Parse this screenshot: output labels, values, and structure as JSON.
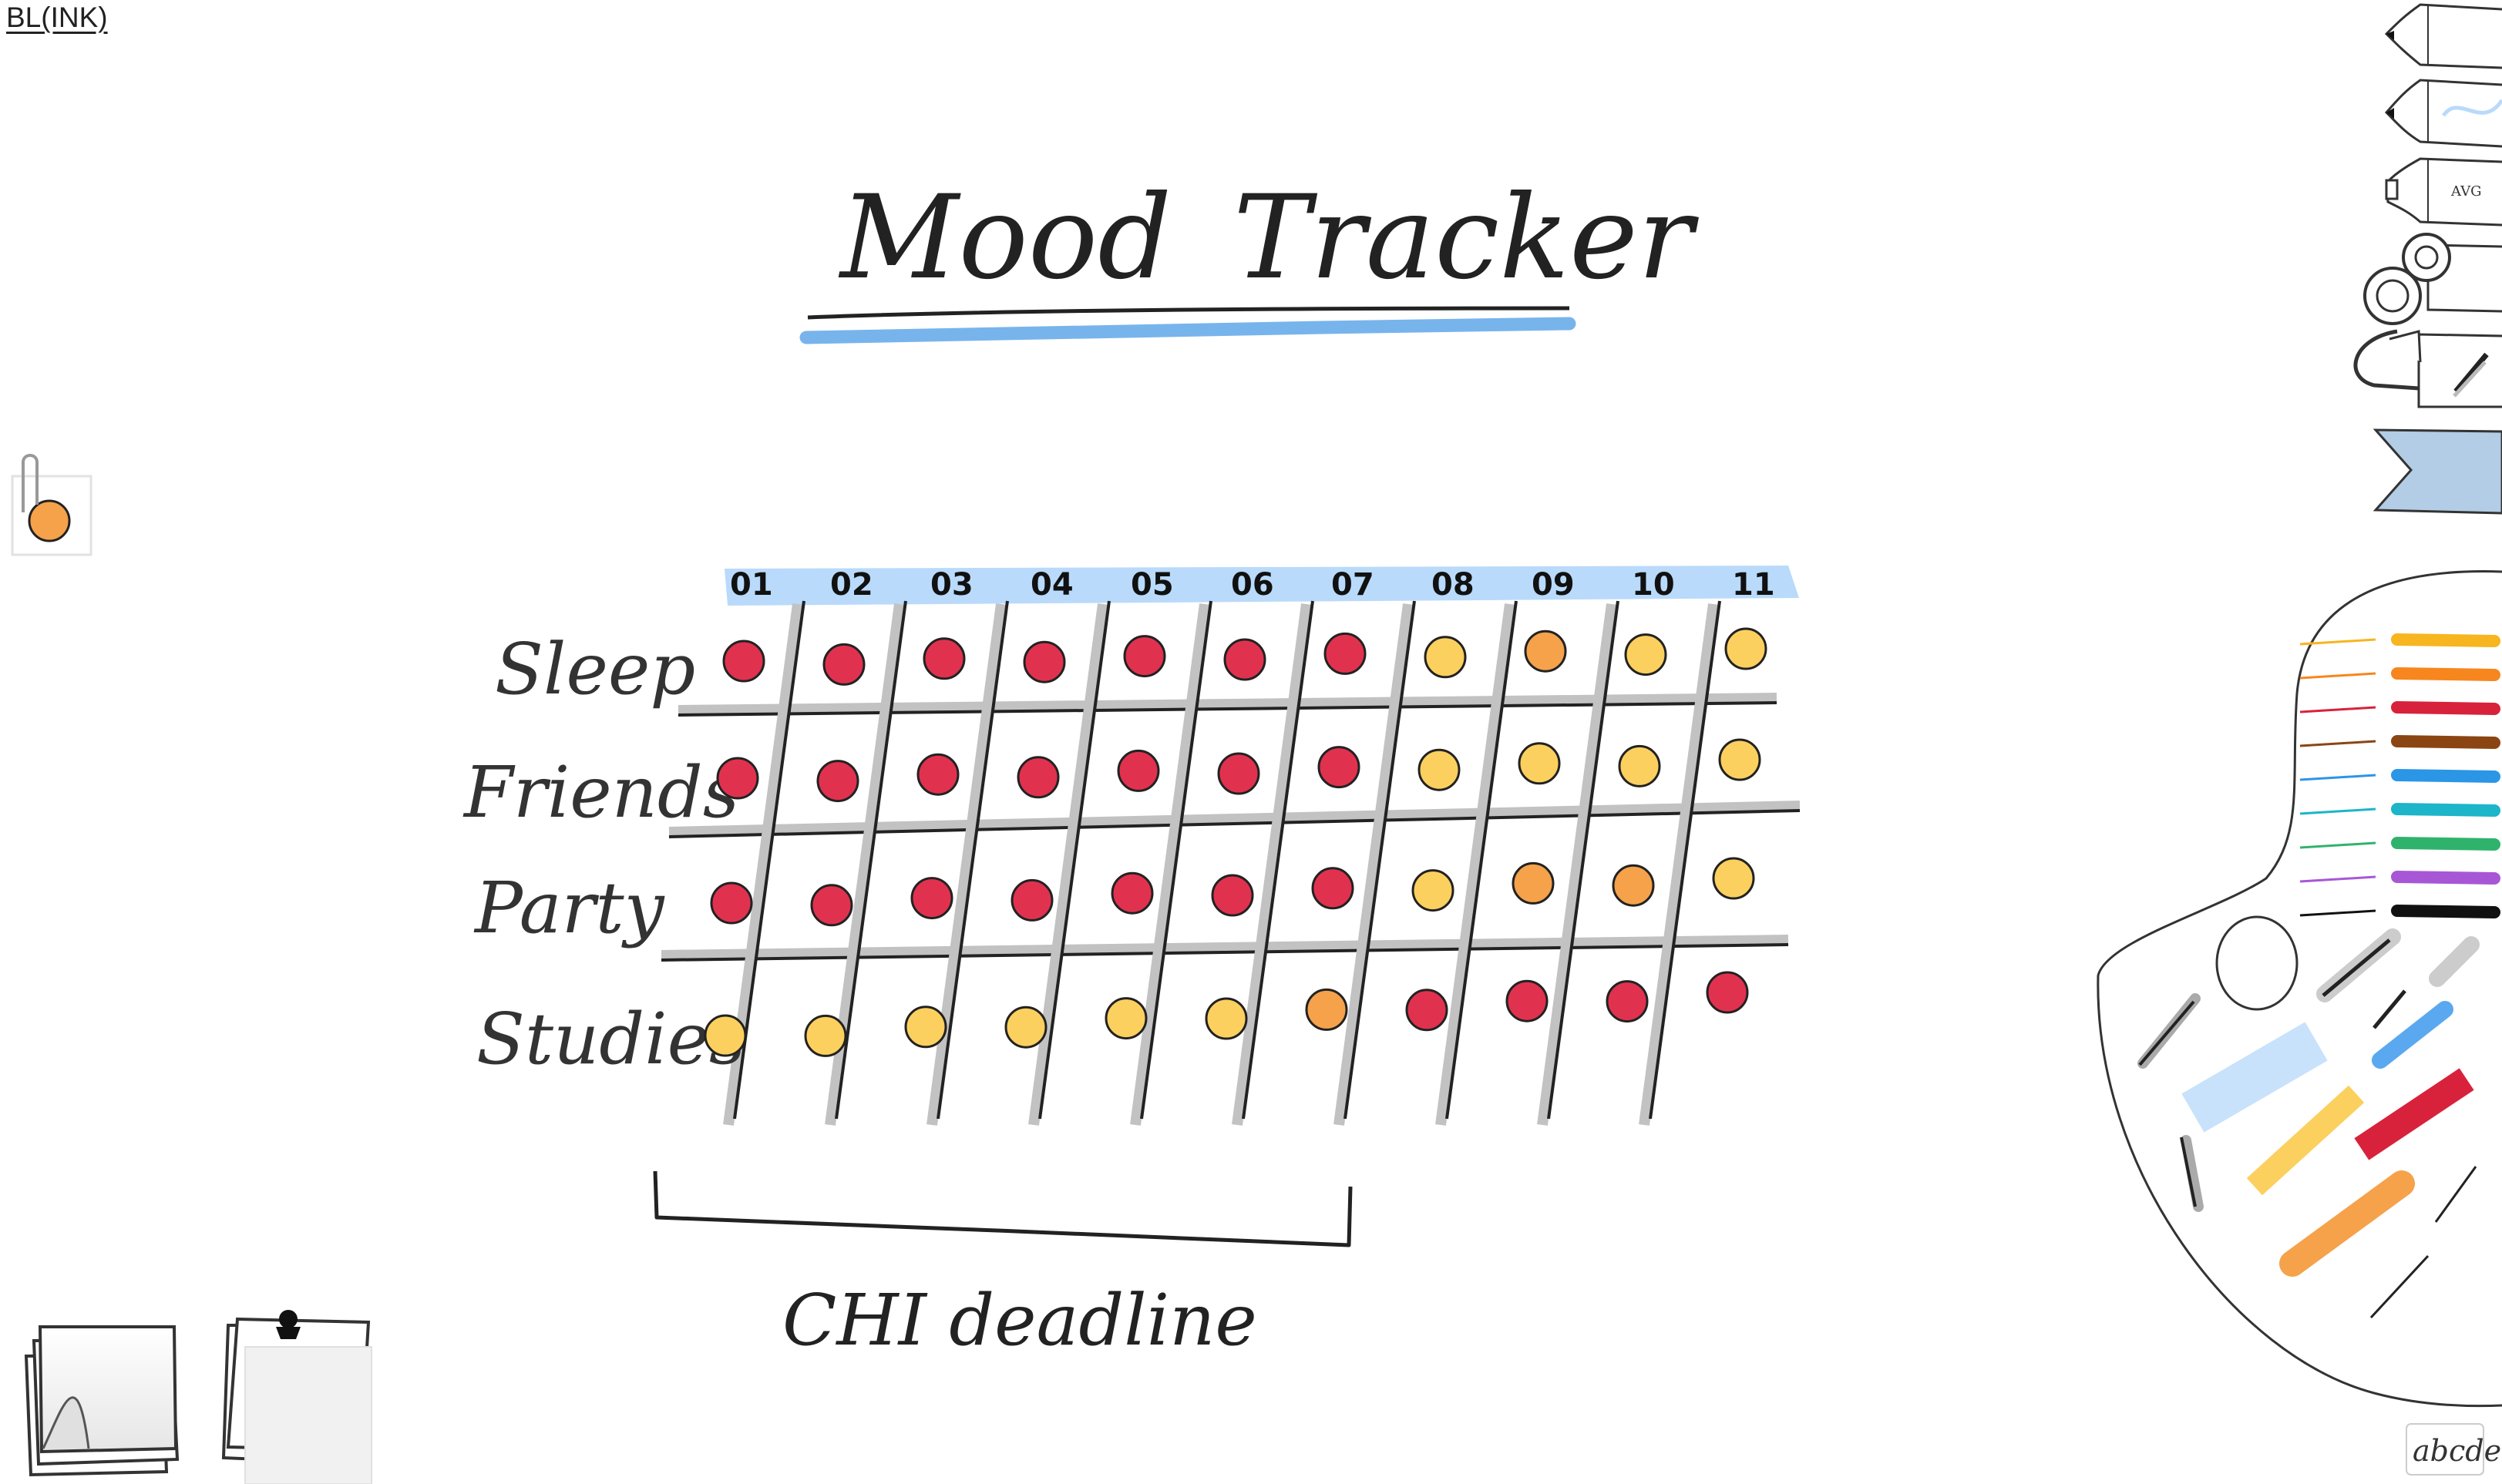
{
  "app": {
    "title": "BL(INK)"
  },
  "canvas": {
    "title_word_1": "Mood",
    "title_word_2": "Tracker",
    "annotation": "CHI deadline"
  },
  "tracker": {
    "days": [
      "01",
      "02",
      "03",
      "04",
      "05",
      "06",
      "07",
      "08",
      "09",
      "10",
      "11"
    ],
    "rows": [
      {
        "label": "Sleep",
        "moods": [
          "bad",
          "bad",
          "bad",
          "bad",
          "bad",
          "bad",
          "bad",
          "good",
          "ok",
          "good",
          "good"
        ]
      },
      {
        "label": "Friends",
        "moods": [
          "bad",
          "bad",
          "bad",
          "bad",
          "bad",
          "bad",
          "bad",
          "good",
          "good",
          "good",
          "good"
        ]
      },
      {
        "label": "Party",
        "moods": [
          "bad",
          "bad",
          "bad",
          "bad",
          "bad",
          "bad",
          "bad",
          "good",
          "ok",
          "ok",
          "good"
        ]
      },
      {
        "label": "Studies",
        "moods": [
          "good",
          "good",
          "good",
          "good",
          "good",
          "good",
          "ok",
          "bad",
          "bad",
          "bad",
          "bad"
        ]
      }
    ],
    "mood_colors": {
      "bad": "#e0324f",
      "ok": "#f5a24b",
      "good": "#fcd05e"
    }
  },
  "tools": {
    "pens": [
      {
        "name": "black-marker"
      },
      {
        "name": "highlighter"
      },
      {
        "name": "avg-marker",
        "label": "AVG"
      },
      {
        "name": "stamp-tool"
      },
      {
        "name": "eraser-tool"
      }
    ],
    "text_tool_label": "abcde"
  },
  "palette": {
    "colors": [
      "#f7b51f",
      "#f7861e",
      "#d8223b",
      "#8b4513",
      "#2b95e6",
      "#1cb5c9",
      "#2fb36c",
      "#a757d6",
      "#111111"
    ]
  }
}
